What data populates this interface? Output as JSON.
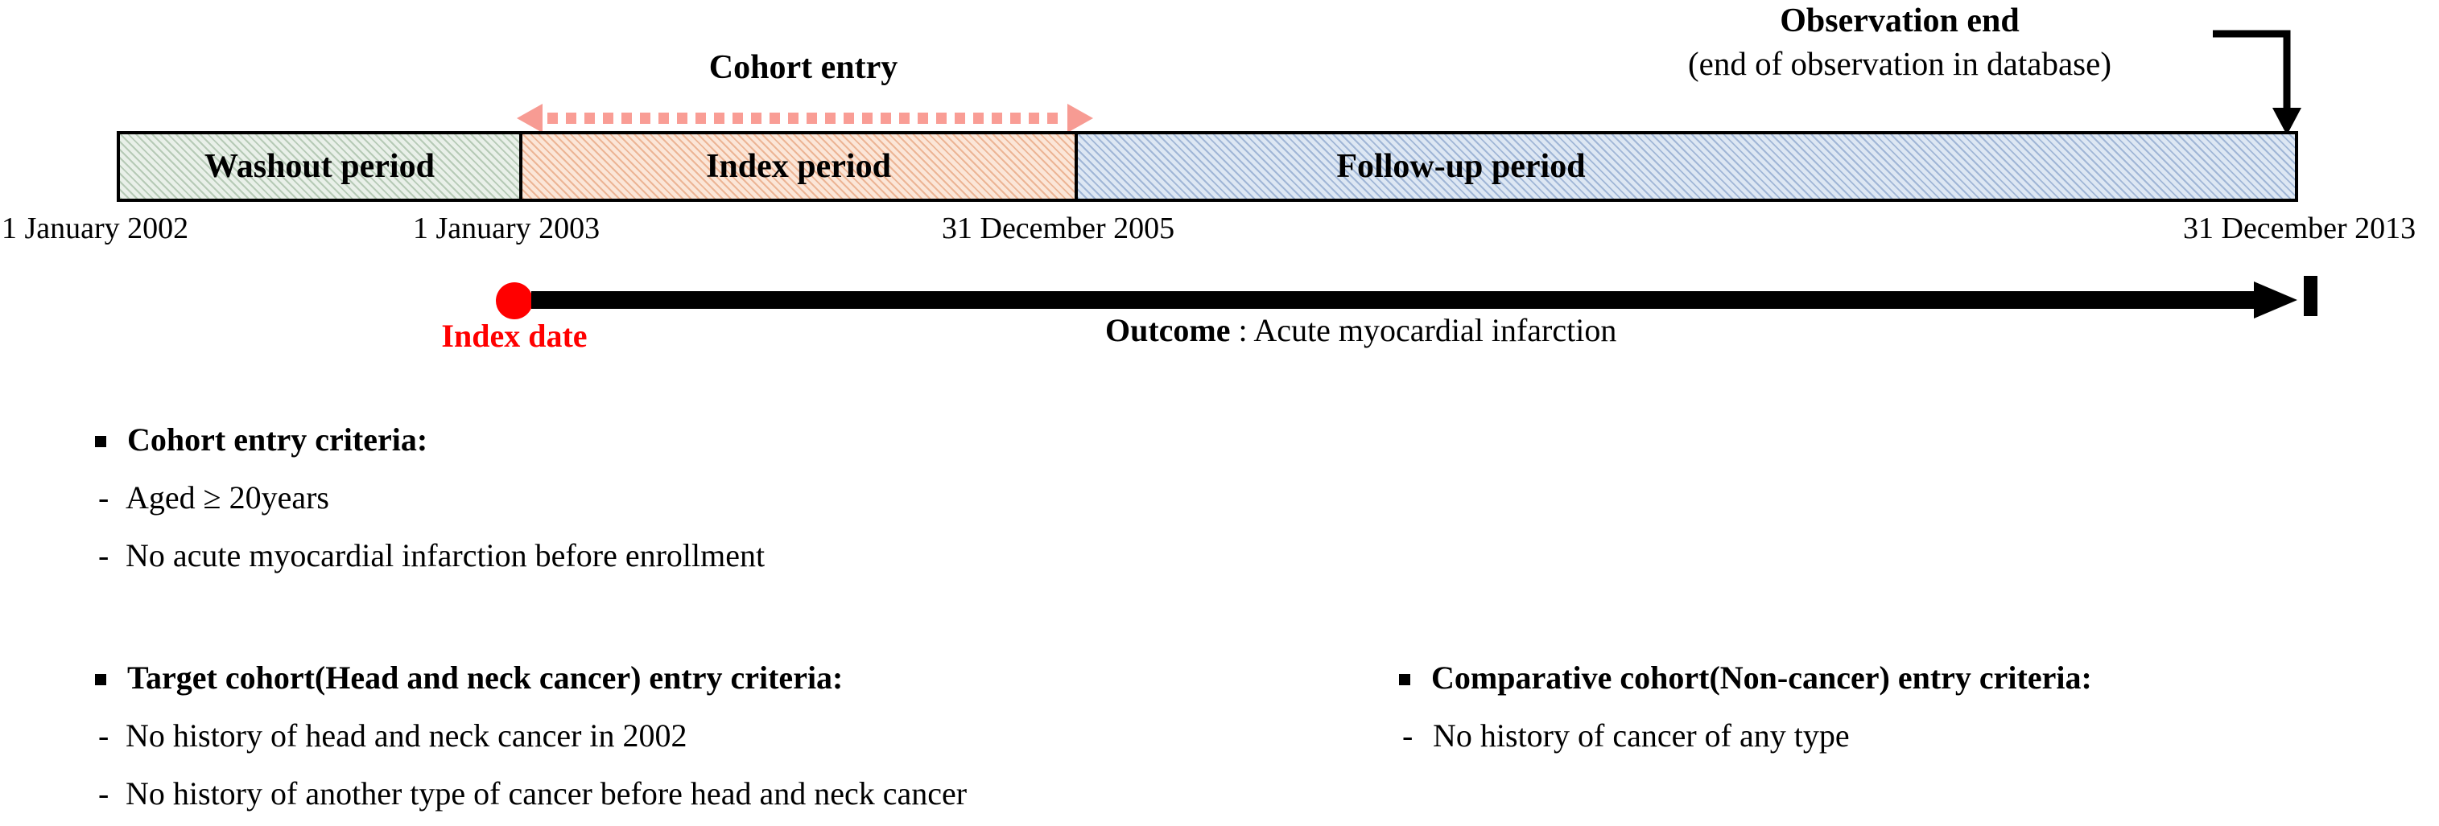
{
  "annotations": {
    "observation_end": {
      "title": "Observation end",
      "subtitle": "(end of observation in database)"
    },
    "cohort_entry": {
      "label": "Cohort entry"
    }
  },
  "timeline": {
    "segments": [
      {
        "label": "Washout period",
        "fill": "#e9f0e9",
        "hatch": "#8caa8c"
      },
      {
        "label": "Index period",
        "fill": "#fbe6d8",
        "hatch": "#e08c5e"
      },
      {
        "label": "Follow-up period",
        "fill": "#dde7f3",
        "hatch": "#7896c3"
      }
    ],
    "dates": [
      "1 January 2002",
      "1 January 2003",
      "31 December 2005",
      "31 December 2013"
    ]
  },
  "outcome_row": {
    "index_date_label": "Index date",
    "index_date_color": "#ff0000",
    "outcome_prefix": "Outcome",
    "outcome_separator": " : ",
    "outcome_value": "Acute myocardial infarction"
  },
  "criteria": {
    "cohort": {
      "heading": "Cohort entry criteria:",
      "items": [
        "Aged ≥ 20years",
        "No acute myocardial infarction before enrollment"
      ]
    },
    "target": {
      "heading": "Target cohort(Head and neck cancer) entry criteria:",
      "items": [
        "No history of head and neck cancer in 2002",
        "No history of another type of cancer before head and neck cancer"
      ]
    },
    "comparative": {
      "heading": "Comparative cohort(Non-cancer) entry criteria:",
      "items": [
        "No history of cancer of any type"
      ]
    }
  },
  "symbols": {
    "dash": "-"
  }
}
